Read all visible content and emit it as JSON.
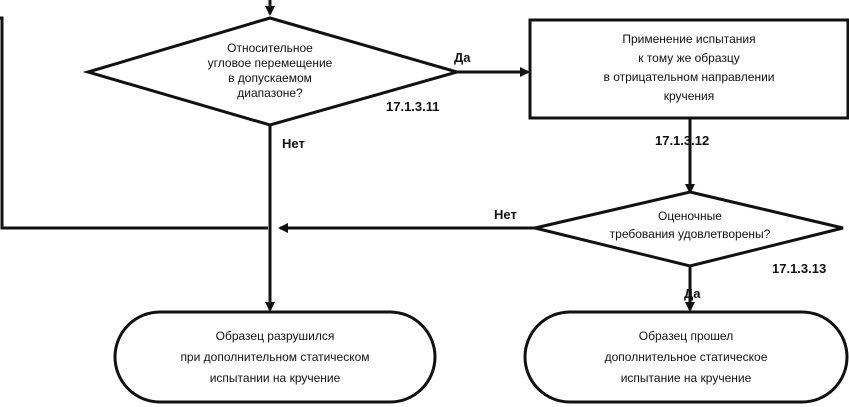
{
  "diagram": {
    "decision_1": {
      "lines": [
        "Относительное",
        "угловое перемещение",
        "в допускаемом",
        "диапазоне?"
      ],
      "ref": "17.1.3.11",
      "yes_label": "Да",
      "no_label": "Нет"
    },
    "process_1": {
      "lines": [
        "Применение испытания",
        "к тому же образцу",
        "в отрицательном направлении",
        "кручения"
      ],
      "ref": "17.1.3.12"
    },
    "decision_2": {
      "lines": [
        "Оценочные",
        "требования удовлетворены?"
      ],
      "ref": "17.1.3.13",
      "yes_label": "Да",
      "no_label": "Нет"
    },
    "terminal_fail": {
      "lines": [
        "Образец разрушился",
        "при дополнительном статическом",
        "испытании на кручение"
      ]
    },
    "terminal_pass": {
      "lines": [
        "Образец прошел",
        "дополнительное статическое",
        "испытание на кручение"
      ]
    }
  }
}
